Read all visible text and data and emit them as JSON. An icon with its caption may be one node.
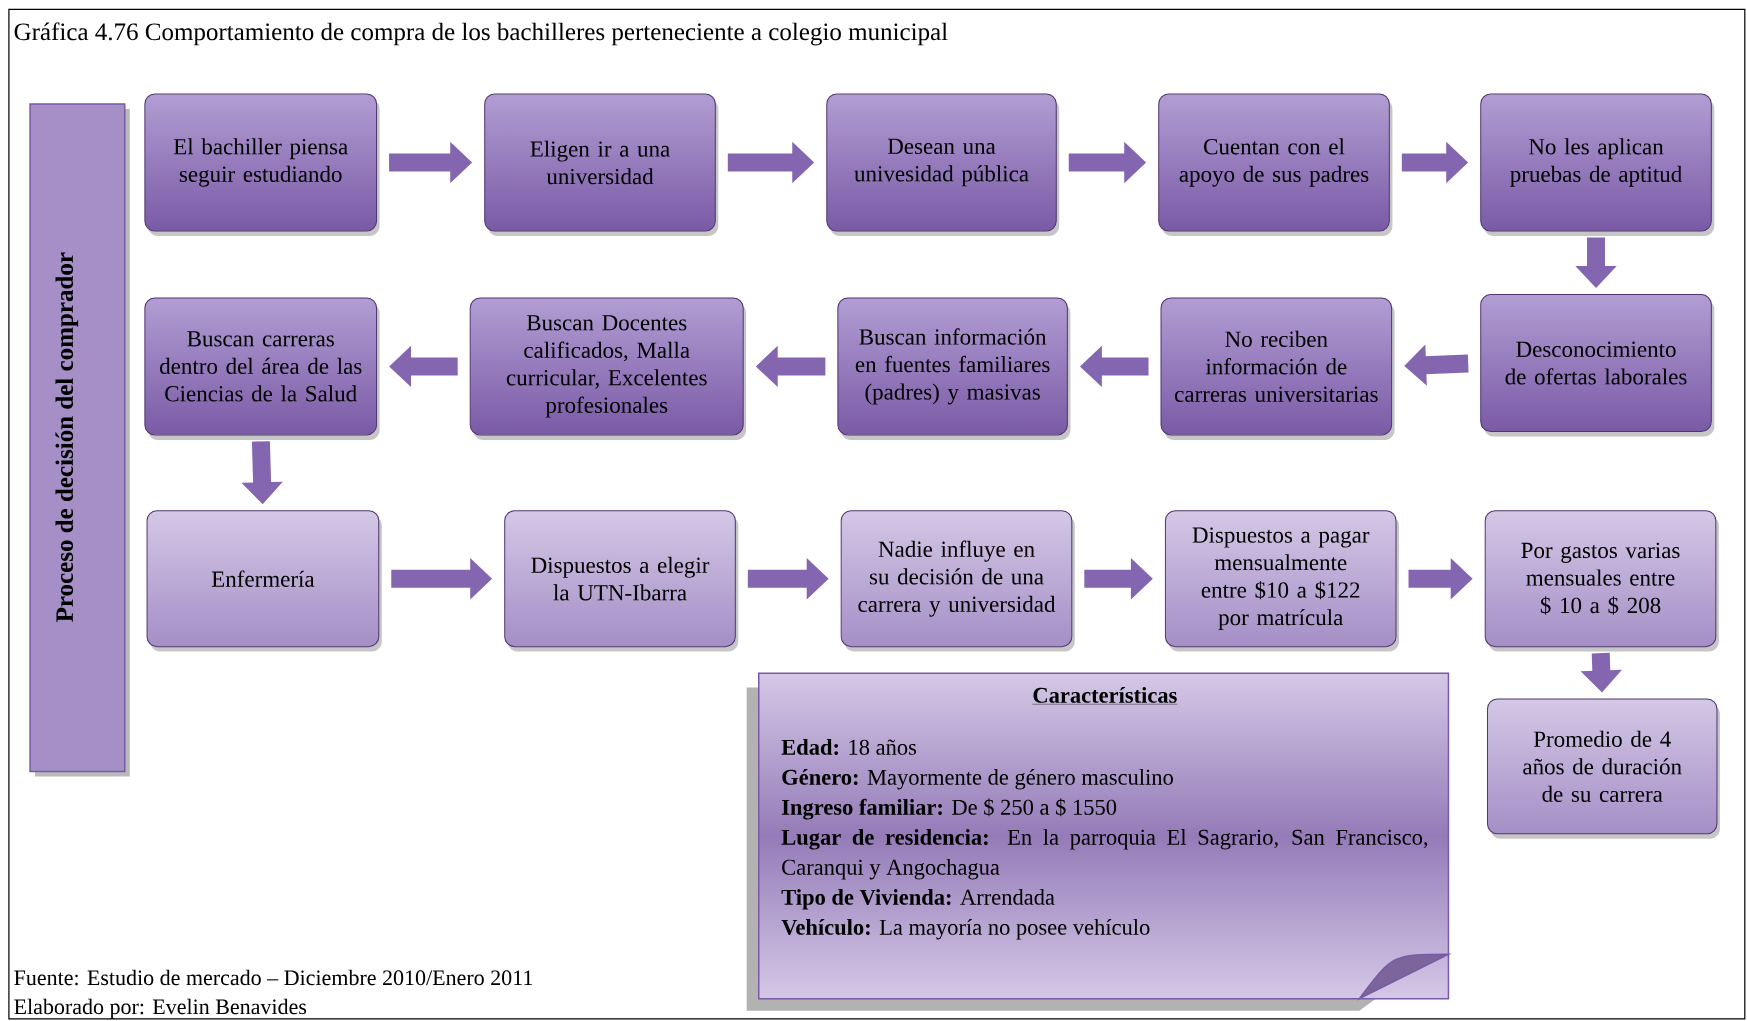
{
  "diagram": {
    "title": "Gráfica 4.76 Comportamiento de compra de los bachilleres perteneciente a colegio municipal",
    "nodes": [
      {
        "text": [
          "Proceso de decisión del comprador"
        ]
      },
      {
        "text": [
          "El bachiller piensa seguir estudiando"
        ]
      },
      {
        "text": [
          "Eligen ir a una universidad"
        ]
      },
      {
        "text": [
          "Desean una univesidad pública"
        ]
      },
      {
        "text": [
          "Cuentan con el apoyo de sus padres"
        ]
      },
      {
        "text": [
          "No les aplican pruebas de aptitud"
        ]
      },
      {
        "text": [
          "Desconocimiento de ofertas laborales"
        ]
      },
      {
        "text": [
          "No reciben información de carreras universitarias"
        ]
      },
      {
        "text": [
          "Buscan información en fuentes familiares (padres) y masivas"
        ]
      },
      {
        "text": [
          "Buscan Docentes calificados, Malla curricular, Excelentes profesionales"
        ]
      },
      {
        "text": [
          "Buscan carreras dentro del área de las Ciencias de la Salud"
        ]
      },
      {
        "text": [
          "Enfermería"
        ]
      },
      {
        "text": [
          "Dispuestos a elegir la UTN-Ibarra"
        ]
      },
      {
        "text": [
          "Nadie influye en su decisión de una carrera y universidad"
        ]
      },
      {
        "text": [
          "Dispuestos a pagar mensualmente entre $10 a $122 por matrícula"
        ]
      },
      {
        "text": [
          "Por gastos varias mensuales entre $ 10 a $ 208"
        ]
      },
      {
        "text": [
          "Promedio de 4 años de duración de su carrera"
        ]
      },
      {
        "text": [
          "Características",
          "**Edad:** 18 años",
          "**Género:** Mayormente de género masculino",
          "**Ingreso familiar:** De $ 250 a $ 1550",
          "**Lugar de residencia:** En la parroquia El Sagrario, San Francisco, Caranqui y Angochagua",
          "**Tipo de Vivienda:** Arrendada",
          "**Vehículo:** La mayoría no posee vehículo"
        ]
      }
    ],
    "edges": [
      {
        "from": 1,
        "to": 2,
        "arrow": "to"
      },
      {
        "from": 2,
        "to": 3,
        "arrow": "to"
      },
      {
        "from": 3,
        "to": 4,
        "arrow": "to"
      },
      {
        "from": 4,
        "to": 5,
        "arrow": "to"
      },
      {
        "from": 5,
        "to": 6,
        "arrow": "to"
      },
      {
        "from": 6,
        "to": 7,
        "arrow": "to"
      },
      {
        "from": 7,
        "to": 8,
        "arrow": "to"
      },
      {
        "from": 8,
        "to": 9,
        "arrow": "to"
      },
      {
        "from": 9,
        "to": 10,
        "arrow": "to"
      },
      {
        "from": 10,
        "to": 11,
        "arrow": "to"
      },
      {
        "from": 11,
        "to": 12,
        "arrow": "to"
      },
      {
        "from": 12,
        "to": 13,
        "arrow": "to"
      },
      {
        "from": 13,
        "to": 14,
        "arrow": "to"
      },
      {
        "from": 14,
        "to": 15,
        "arrow": "to"
      },
      {
        "from": 15,
        "to": 16,
        "arrow": "to"
      }
    ],
    "labels": [
      "Fuente: Estudio de mercado – Diciembre 2010/Enero 2011",
      "Elaborado por: Evelin Benavides"
    ]
  }
}
